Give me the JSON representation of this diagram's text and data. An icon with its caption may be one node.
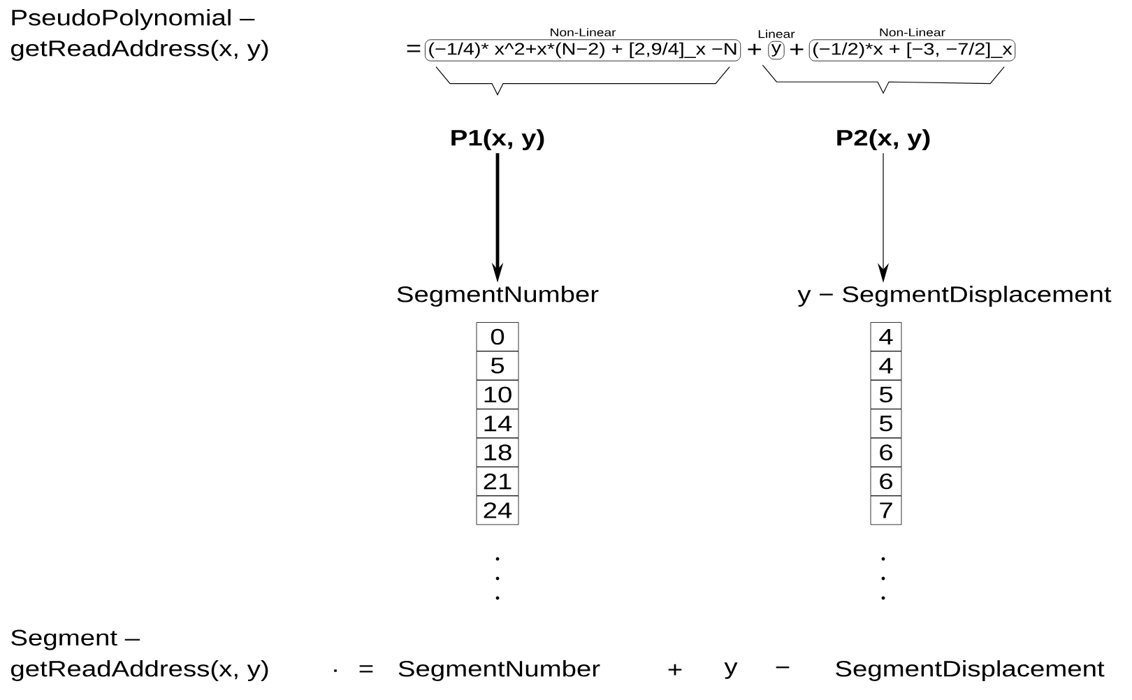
{
  "diagram": {
    "nodes": [
      {
        "text": [
          "(−1/4)* x^2+x*(N−2) + [2,9/4]_x −N"
        ],
        "beside": [
          "Non-Linear"
        ]
      },
      {
        "text": [
          "y"
        ],
        "beside": [
          "Linear"
        ]
      },
      {
        "text": [
          "(−1/2)*x + [−3, −7/2]_x"
        ],
        "beside": [
          "Non-Linear"
        ]
      },
      {
        "text": [
          "P1(x, y)"
        ]
      },
      {
        "text": [
          "P2(x, y)"
        ]
      },
      {
        "text": [
          "SegmentNumber"
        ]
      },
      {
        "text": [
          "y − SegmentDisplacement"
        ]
      },
      {
        "text": [
          "0"
        ]
      },
      {
        "text": [
          "5"
        ]
      },
      {
        "text": [
          "10"
        ]
      },
      {
        "text": [
          "14"
        ]
      },
      {
        "text": [
          "18"
        ]
      },
      {
        "text": [
          "21"
        ]
      },
      {
        "text": [
          "24"
        ]
      },
      {
        "text": [
          "4"
        ]
      },
      {
        "text": [
          "4"
        ]
      },
      {
        "text": [
          "5"
        ]
      },
      {
        "text": [
          "5"
        ]
      },
      {
        "text": [
          "6"
        ]
      },
      {
        "text": [
          "6"
        ]
      },
      {
        "text": [
          "7"
        ]
      }
    ],
    "edges": [
      {
        "from": 3,
        "to": 5,
        "arrow": "to",
        "style": "thick"
      },
      {
        "from": 4,
        "to": 6,
        "arrow": "to"
      }
    ],
    "labels": [
      "PseudoPolynomial –",
      "getReadAddress(x, y)",
      "=",
      "+",
      "+",
      "Segment –",
      "getReadAddress(x, y)",
      ".",
      "=",
      "SegmentNumber",
      "+",
      "y",
      "−",
      "SegmentDisplacement"
    ]
  }
}
